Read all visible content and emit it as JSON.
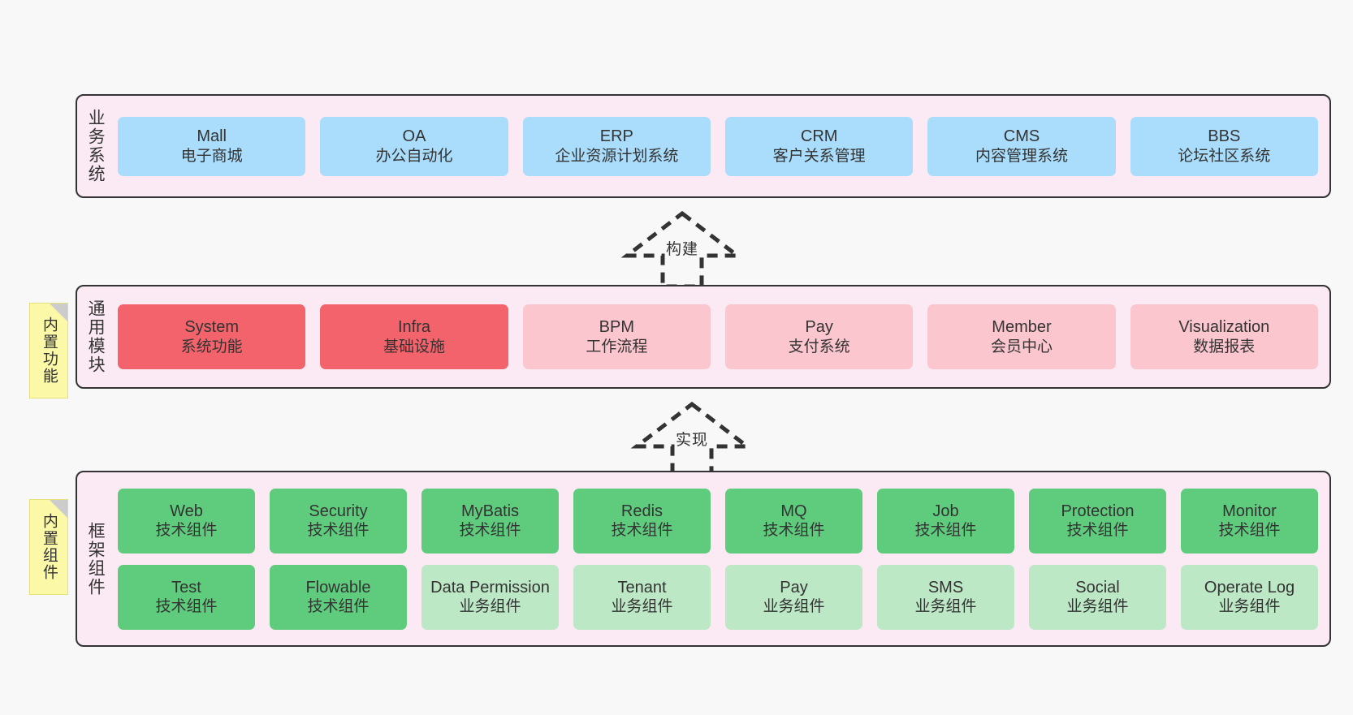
{
  "diagram": {
    "background_color": "#f8f8f8",
    "panel_color": "#fbeaf4",
    "border_color": "#333333",
    "note_color": "#fbf8a8"
  },
  "layers": {
    "business": {
      "title": "业务系统",
      "accent": "#aadcfb",
      "cards": [
        {
          "title": "Mall",
          "sub": "电子商城"
        },
        {
          "title": "OA",
          "sub": "办公自动化"
        },
        {
          "title": "ERP",
          "sub": "企业资源计划系统"
        },
        {
          "title": "CRM",
          "sub": "客户关系管理"
        },
        {
          "title": "CMS",
          "sub": "内容管理系统"
        },
        {
          "title": "BBS",
          "sub": "论坛社区系统"
        }
      ]
    },
    "modules": {
      "title": "通用模块",
      "note": "内置功能",
      "accent_strong": "#f2636b",
      "accent_soft": "#fbc6ce",
      "cards": [
        {
          "title": "System",
          "sub": "系统功能"
        },
        {
          "title": "Infra",
          "sub": "基础设施"
        },
        {
          "title": "BPM",
          "sub": "工作流程"
        },
        {
          "title": "Pay",
          "sub": "支付系统"
        },
        {
          "title": "Member",
          "sub": "会员中心"
        },
        {
          "title": "Visualization",
          "sub": "数据报表"
        }
      ]
    },
    "framework": {
      "title": "框架组件",
      "note": "内置组件",
      "accent_strong": "#5fcb7d",
      "accent_soft": "#bde8c6",
      "row1": [
        {
          "title": "Web",
          "sub": "技术组件"
        },
        {
          "title": "Security",
          "sub": "技术组件"
        },
        {
          "title": "MyBatis",
          "sub": "技术组件"
        },
        {
          "title": "Redis",
          "sub": "技术组件"
        },
        {
          "title": "MQ",
          "sub": "技术组件"
        },
        {
          "title": "Job",
          "sub": "技术组件"
        },
        {
          "title": "Protection",
          "sub": "技术组件"
        },
        {
          "title": "Monitor",
          "sub": "技术组件"
        }
      ],
      "row2": [
        {
          "title": "Test",
          "sub": "技术组件"
        },
        {
          "title": "Flowable",
          "sub": "技术组件"
        },
        {
          "title": "Data Permission",
          "sub": "业务组件"
        },
        {
          "title": "Tenant",
          "sub": "业务组件"
        },
        {
          "title": "Pay",
          "sub": "业务组件"
        },
        {
          "title": "SMS",
          "sub": "业务组件"
        },
        {
          "title": "Social",
          "sub": "业务组件"
        },
        {
          "title": "Operate Log",
          "sub": "业务组件"
        }
      ]
    }
  },
  "arrows": {
    "build": {
      "label": "构建"
    },
    "implement": {
      "label": "实现"
    }
  }
}
